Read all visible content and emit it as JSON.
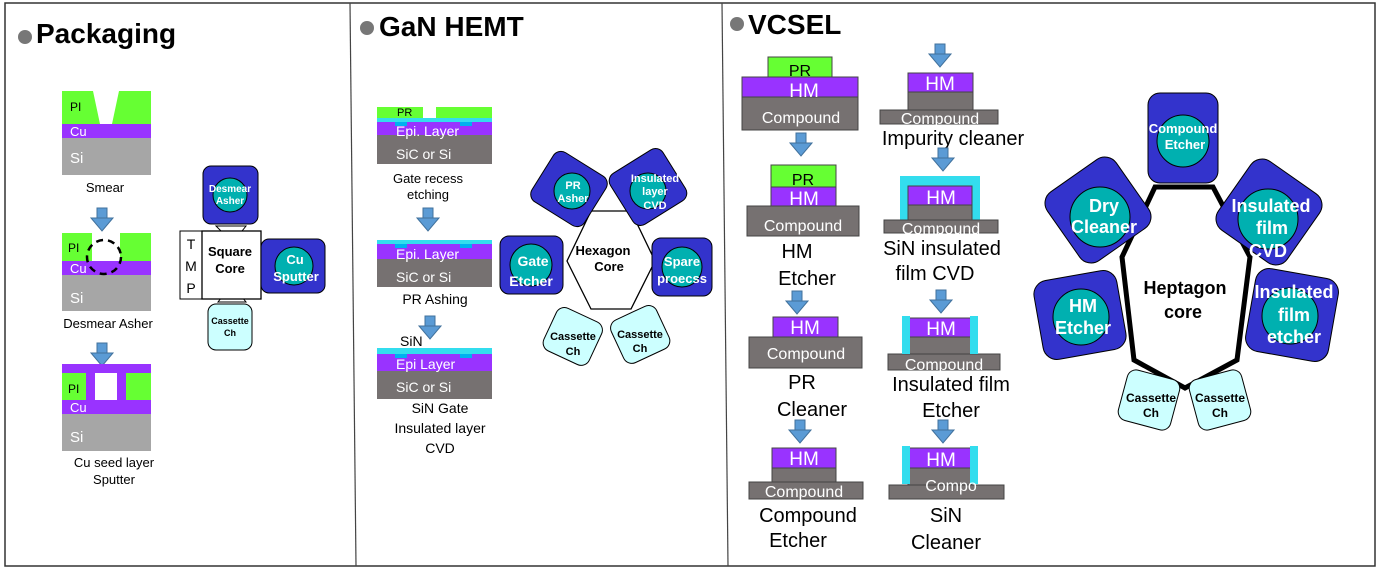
{
  "colors": {
    "pi_green": "#66ff33",
    "cu_purple": "#9933ff",
    "si_gray": "#a6a6a6",
    "compound_gray": "#767171",
    "chamber_blue": "#3333cc",
    "chamber_teal": "#00b0b0",
    "cassette_cyan": "#ccffff",
    "arrow_blue": "#5b9bd5",
    "sin_cyan": "#33ddee",
    "epi_blue": "#00b0f0"
  },
  "packaging": {
    "title": "Packaging",
    "stack": {
      "pi": "PI",
      "cu": "Cu",
      "si": "Si"
    },
    "steps": [
      "Smear",
      "Desmear Asher",
      "Cu seed layer",
      "Sputter"
    ],
    "tool": {
      "tmp": [
        "T",
        "M",
        "P"
      ],
      "core": [
        "Square",
        "Core"
      ],
      "desmear": [
        "Desmear",
        "Asher"
      ],
      "cu": [
        "Cu",
        "Sputter"
      ],
      "cassette": [
        "Cassette",
        "Ch"
      ]
    }
  },
  "gan": {
    "title": "GaN HEMT",
    "layers": {
      "pr": "PR",
      "epi": "Epi. Layer",
      "epi2": "Epi Layer",
      "sub": "SiC or Si",
      "sin": "SiN"
    },
    "steps": [
      "Gate recess",
      "etching",
      "PR Ashing",
      "SiN Gate",
      "Insulated layer",
      "CVD"
    ],
    "tool": {
      "core": [
        "Hexagon",
        "Core"
      ],
      "pr_asher": [
        "PR",
        "Asher"
      ],
      "ins_cvd": [
        "Insulated",
        "layer",
        "CVD"
      ],
      "gate": [
        "Gate",
        "Etcher"
      ],
      "spare": [
        "Spare",
        "proecss"
      ],
      "cassette": [
        "Cassette",
        "Ch"
      ]
    }
  },
  "vcsel": {
    "title": "VCSEL",
    "layers": {
      "pr": "PR",
      "hm": "HM",
      "compound": "Compound",
      "compound_cut": "Compo"
    },
    "steps_left": [
      "HM",
      "Etcher",
      "PR",
      "Cleaner",
      "Compound",
      "Etcher"
    ],
    "steps_right": [
      "Impurity cleaner",
      "SiN insulated",
      "film CVD",
      "Insulated film",
      "Etcher",
      "SiN",
      "Cleaner"
    ],
    "tool": {
      "core": [
        "Heptagon",
        "core"
      ],
      "compound": [
        "Compound",
        "Etcher"
      ],
      "dry": [
        "Dry",
        "Cleaner"
      ],
      "ins_cvd": [
        "Insulated",
        "film",
        "CVD"
      ],
      "hm": [
        "HM",
        "Etcher"
      ],
      "ins_etch": [
        "Insulated",
        "film",
        "etcher"
      ],
      "cassette": [
        "Cassette",
        "Ch"
      ]
    }
  }
}
